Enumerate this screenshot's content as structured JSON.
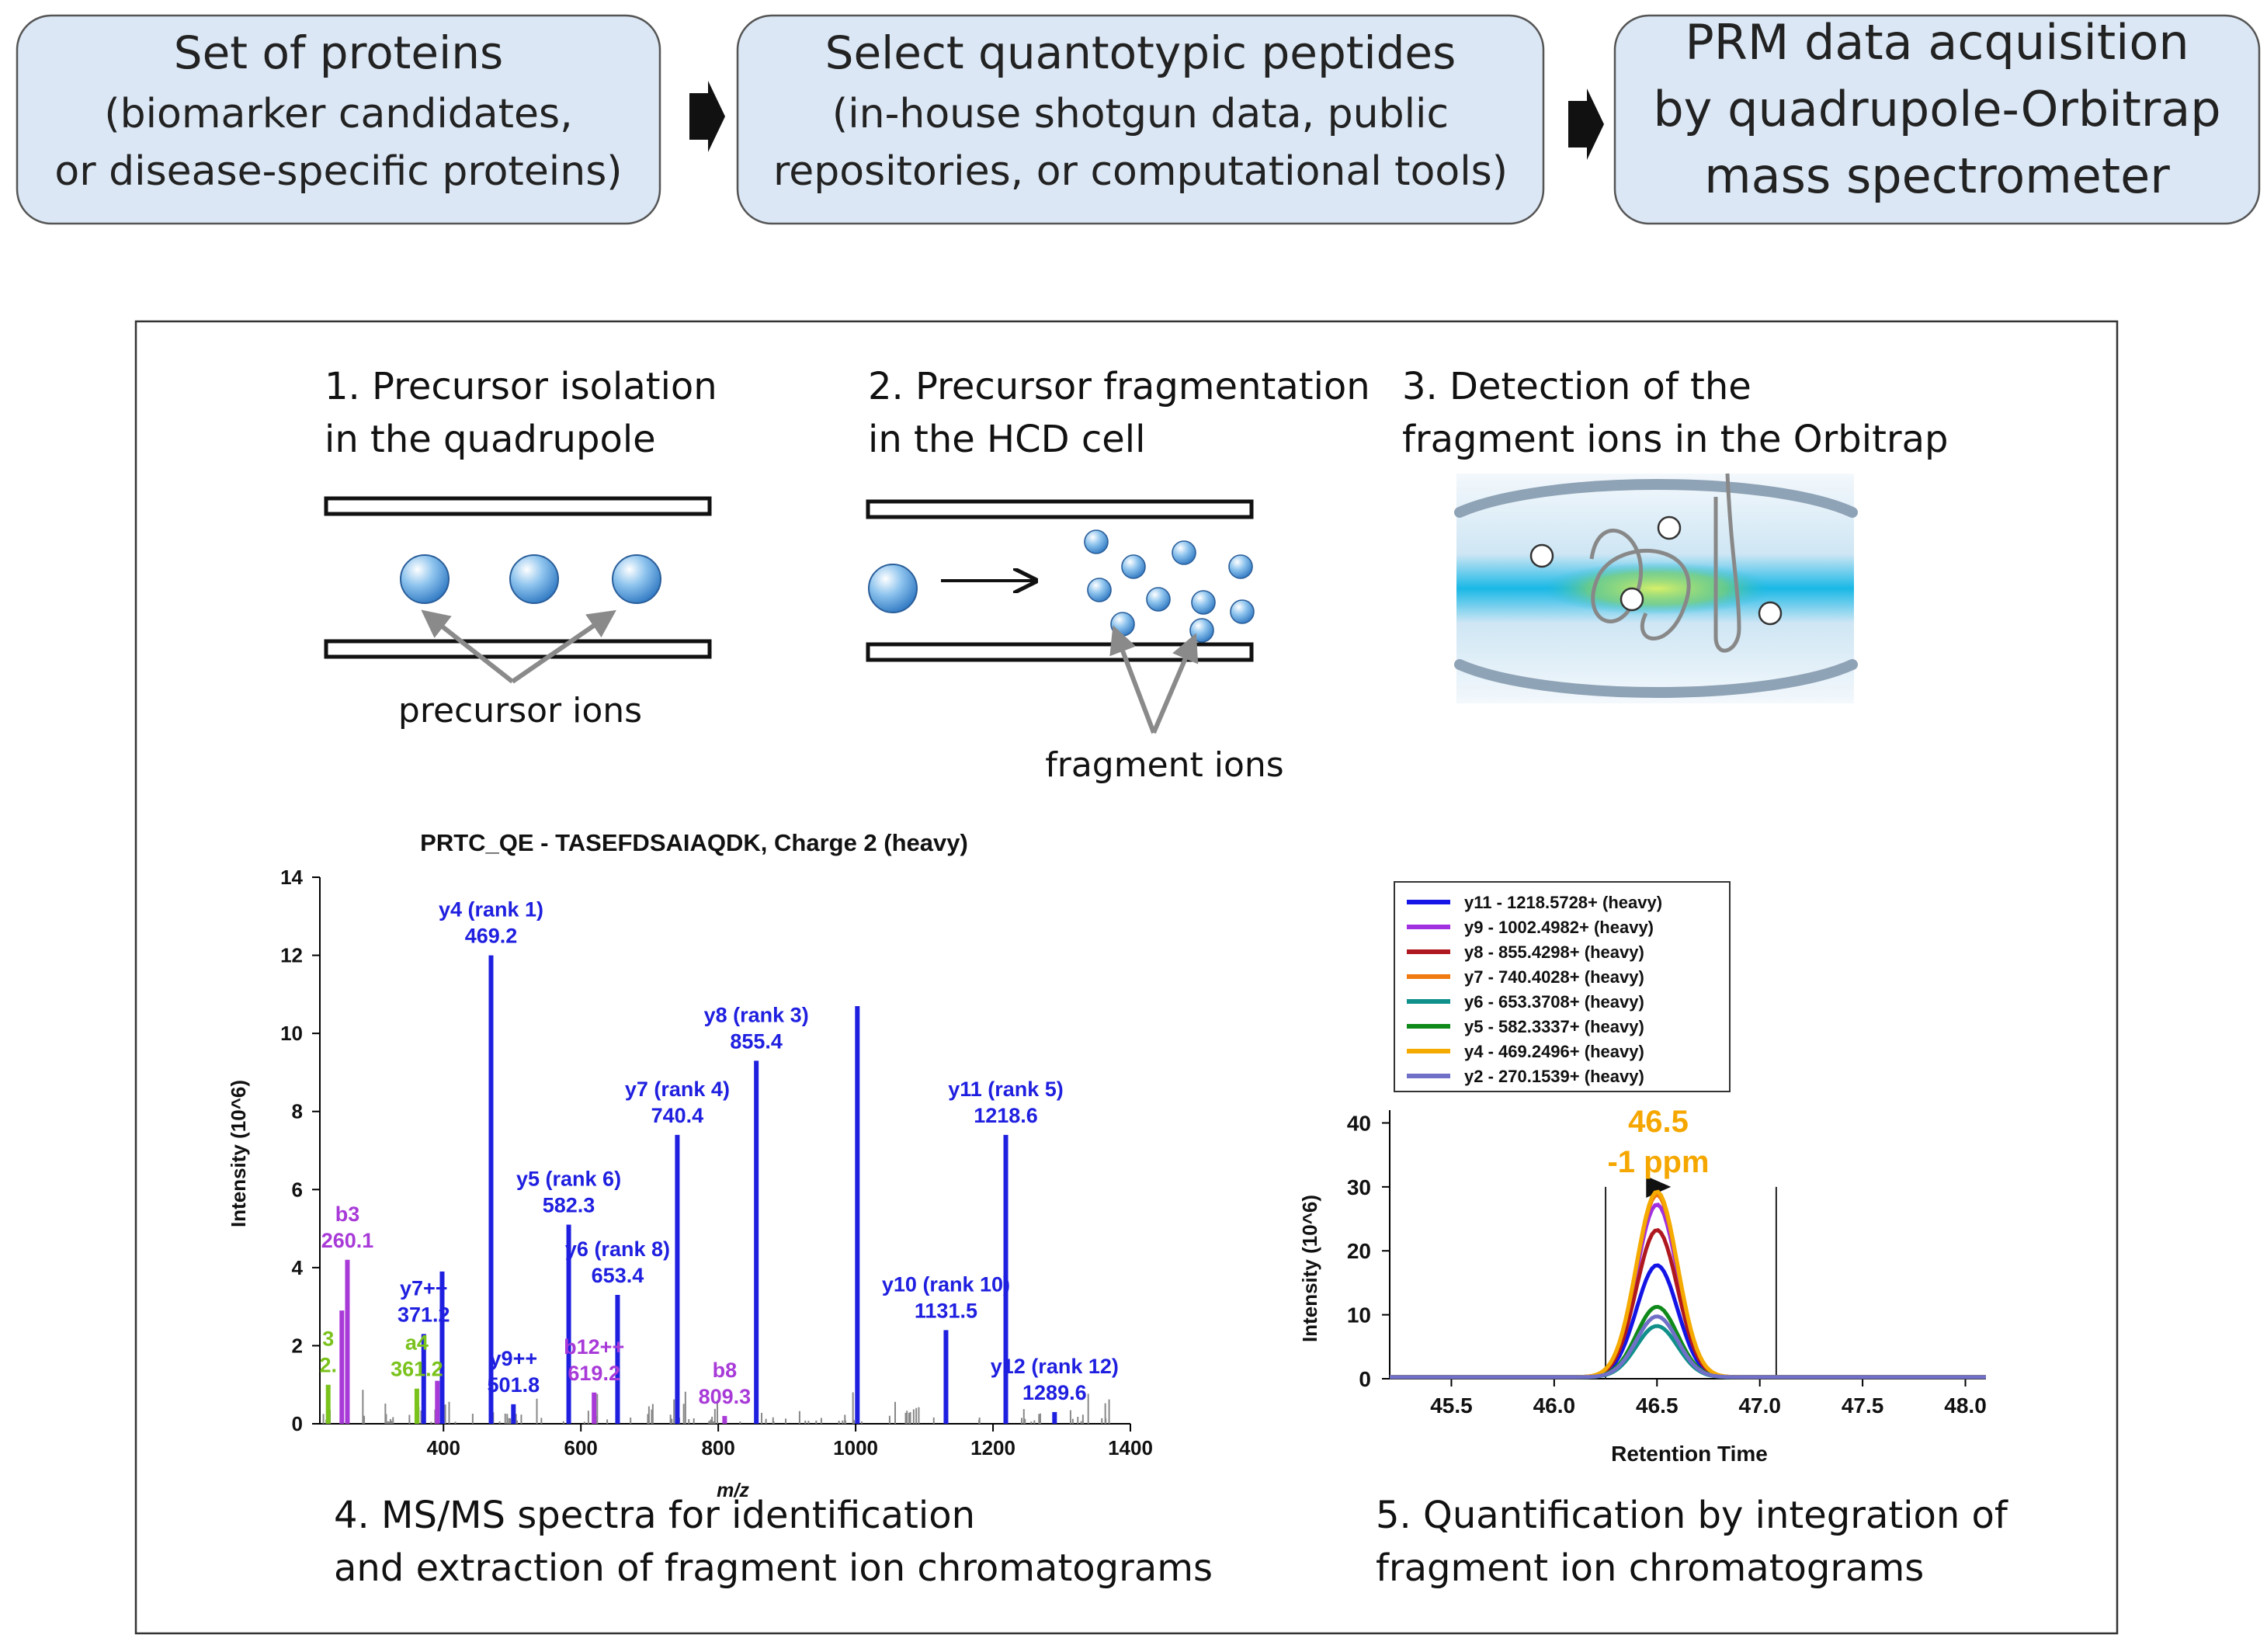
{
  "flow": {
    "steps": [
      {
        "lines": [
          "Set of proteins",
          "(biomarker candidates,",
          "or disease-specific proteins)"
        ]
      },
      {
        "lines": [
          "Select quantotypic peptides",
          "(in-house shotgun data, public",
          "repositories, or computational tools)"
        ]
      },
      {
        "lines": [
          "PRM data acquisition",
          "by quadrupole-Orbitrap",
          "mass spectrometer"
        ]
      }
    ],
    "box_fill": "#dbe7f5",
    "box_stroke": "#555555"
  },
  "panel1": {
    "title_lines": [
      "1. Precursor isolation",
      "in the quadrupole"
    ],
    "caption": "precursor ions"
  },
  "panel2": {
    "title_lines": [
      "2. Precursor fragmentation",
      "in the HCD cell"
    ],
    "caption": "fragment ions"
  },
  "panel3": {
    "title_lines": [
      "3. Detection of the",
      "fragment ions in the Orbitrap"
    ]
  },
  "panel4": {
    "caption_lines": [
      "4. MS/MS spectra for identification",
      "and extraction of fragment ion chromatograms"
    ]
  },
  "panel5": {
    "caption_lines": [
      "5. Quantification by integration of",
      "fragment ion chromatograms"
    ]
  },
  "chart_data": [
    {
      "type": "bar",
      "title": "PRTC_QE - TASEFDSAIAQDK, Charge 2 (heavy)",
      "xlabel": "m/z",
      "ylabel": "Intensity (10^6)",
      "xlim": [
        220,
        1400
      ],
      "ylim": [
        0,
        14
      ],
      "x_ticks": [
        400,
        600,
        800,
        1000,
        1200,
        1400
      ],
      "y_ticks": [
        0,
        2,
        4,
        6,
        8,
        10,
        12,
        14
      ],
      "colors": {
        "y": "#1f1fe0",
        "b": "#a83ad8",
        "a": "#7ac21c",
        "noise": "#888888",
        "axis": "#000000"
      },
      "peaks": [
        {
          "mz": 469.2,
          "intensity": 12.0,
          "ion": "y",
          "label": [
            "y4 (rank 1)",
            "469.2"
          ]
        },
        {
          "mz": 855.4,
          "intensity": 9.3,
          "ion": "y",
          "label": [
            "y8 (rank 3)",
            "855.4"
          ]
        },
        {
          "mz": 1002.5,
          "intensity": 10.7,
          "ion": "y",
          "label": null
        },
        {
          "mz": 740.4,
          "intensity": 7.4,
          "ion": "y",
          "label": [
            "y7 (rank 4)",
            "740.4"
          ]
        },
        {
          "mz": 1218.6,
          "intensity": 7.4,
          "ion": "y",
          "label": [
            "y11 (rank 5)",
            "1218.6"
          ]
        },
        {
          "mz": 582.3,
          "intensity": 5.1,
          "ion": "y",
          "label": [
            "y5 (rank 6)",
            "582.3"
          ]
        },
        {
          "mz": 653.4,
          "intensity": 3.3,
          "ion": "y",
          "label": [
            "y6 (rank 8)",
            "653.4"
          ]
        },
        {
          "mz": 1131.5,
          "intensity": 2.4,
          "ion": "y",
          "label": [
            "y10 (rank 10)",
            "1131.5"
          ]
        },
        {
          "mz": 1289.6,
          "intensity": 0.3,
          "ion": "y",
          "label": [
            "y12 (rank 12)",
            "1289.6"
          ]
        },
        {
          "mz": 371.2,
          "intensity": 2.3,
          "ion": "y",
          "label": [
            "y7++",
            "371.2"
          ]
        },
        {
          "mz": 501.8,
          "intensity": 0.5,
          "ion": "y",
          "label": [
            "y9++",
            "501.8"
          ]
        },
        {
          "mz": 260.1,
          "intensity": 4.2,
          "ion": "b",
          "label": [
            "b3",
            "260.1"
          ]
        },
        {
          "mz": 619.2,
          "intensity": 0.8,
          "ion": "b",
          "label": [
            "b12++",
            "619.2"
          ]
        },
        {
          "mz": 809.3,
          "intensity": 0.2,
          "ion": "b",
          "label": [
            "b8",
            "809.3"
          ]
        },
        {
          "mz": 361.2,
          "intensity": 0.9,
          "ion": "a",
          "label": [
            "a4",
            "361.2"
          ]
        },
        {
          "mz": 232.1,
          "intensity": 1.0,
          "ion": "a",
          "label": [
            "3",
            "2."
          ]
        },
        {
          "mz": 398.0,
          "intensity": 3.9,
          "ion": "y",
          "label": null
        },
        {
          "mz": 252.0,
          "intensity": 2.9,
          "ion": "b",
          "label": null
        },
        {
          "mz": 391.0,
          "intensity": 1.1,
          "ion": "b",
          "label": null
        }
      ]
    },
    {
      "type": "line",
      "xlabel": "Retention Time",
      "ylabel": "Intensity (10^6)",
      "xlim": [
        45.2,
        48.1
      ],
      "ylim": [
        0,
        42
      ],
      "x_ticks": [
        45.5,
        46.0,
        46.5,
        47.0,
        47.5,
        48.0
      ],
      "y_ticks": [
        0,
        10,
        20,
        30,
        40
      ],
      "integration_bounds": [
        46.25,
        47.08
      ],
      "apex": {
        "x": 46.5,
        "label": "46.5",
        "sublabel": "-1 ppm",
        "color": "#f5a700"
      },
      "series": [
        {
          "name": "y11 - 1218.5728+ (heavy)",
          "color": "#1414e6",
          "peak": 17.5
        },
        {
          "name": "y9 - 1002.4982+ (heavy)",
          "color": "#a030e0",
          "peak": 27.0
        },
        {
          "name": "y8 - 855.4298+ (heavy)",
          "color": "#b01820",
          "peak": 23.0
        },
        {
          "name": "y7 - 740.4028+ (heavy)",
          "color": "#f07a10",
          "peak": 28.5
        },
        {
          "name": "y6 - 653.3708+ (heavy)",
          "color": "#10908a",
          "peak": 8.0
        },
        {
          "name": "y5 - 582.3337+ (heavy)",
          "color": "#0f8a1a",
          "peak": 11.0
        },
        {
          "name": "y4 - 469.2496+ (heavy)",
          "color": "#f5aa00",
          "peak": 29.0
        },
        {
          "name": "y2 - 270.1539+ (heavy)",
          "color": "#7070c8",
          "peak": 9.5
        }
      ]
    }
  ]
}
